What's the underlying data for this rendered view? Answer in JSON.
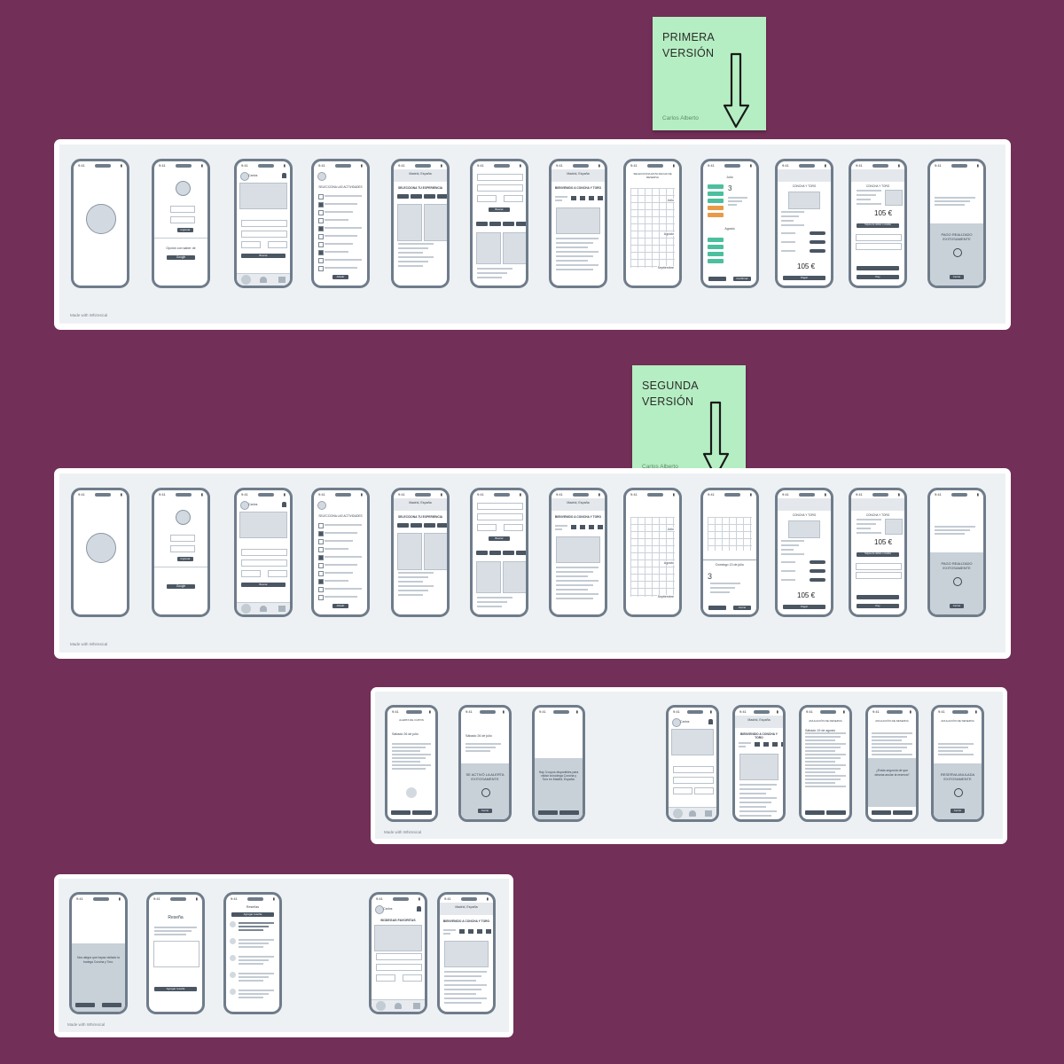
{
  "sticky_notes": [
    {
      "title_line1": "PRIMERA",
      "title_line2": "VERSIÓN",
      "author": "Carlos Alberto"
    },
    {
      "title_line1": "SEGUNDA",
      "title_line2": "VERSIÓN",
      "author": "Carlos Alberto"
    }
  ],
  "boards": {
    "made_with": "Made with Whimsical",
    "version1": {
      "screens": [
        {
          "id": "splash"
        },
        {
          "id": "login",
          "texts": [
            "Ingresar",
            "Opción con saber de",
            "Google"
          ]
        },
        {
          "id": "home",
          "texts": [
            "Carlos",
            "Buscar"
          ]
        },
        {
          "id": "activities",
          "texts": [
            "SELECCIONA LAS ACTIVIDADES",
            "Añadir"
          ]
        },
        {
          "id": "experience",
          "texts": [
            "Madrid, España",
            "SELECCIONA TU EXPERIENCIA"
          ]
        },
        {
          "id": "filters",
          "texts": [
            "Buscar"
          ]
        },
        {
          "id": "welcome",
          "texts": [
            "Madrid, España",
            "BIENVENIDO A CONCHA Y TORO"
          ]
        },
        {
          "id": "calendar",
          "texts": [
            "SELECCIONA ESTA FECHA DE RESERVA",
            "Julio",
            "Agosto",
            "Septiembre"
          ]
        },
        {
          "id": "slots",
          "texts": [
            "Julio",
            "Agosto",
            "Confirmar"
          ]
        },
        {
          "id": "summary",
          "texts": [
            "CONCHA Y TORO",
            "105 €",
            "Pagar"
          ]
        },
        {
          "id": "payment",
          "texts": [
            "CONCHA Y TORO",
            "105 €",
            "Tarjeta de débito o crédito",
            "Paypal",
            "Pay"
          ]
        },
        {
          "id": "success",
          "texts": [
            "PAGO REALIZADO EXITOSAMENTE",
            "Cerrar"
          ]
        }
      ]
    },
    "version2": {
      "screens": [
        {
          "id": "splash"
        },
        {
          "id": "login",
          "texts": [
            "Ingresar",
            "Google"
          ]
        },
        {
          "id": "home",
          "texts": [
            "Carlos",
            "Buscar"
          ]
        },
        {
          "id": "activities",
          "texts": [
            "SELECCIONA LAS ACTIVIDADES",
            "Añadir"
          ]
        },
        {
          "id": "experience",
          "texts": [
            "Madrid, España",
            "SELECCIONA TU EXPERIENCIA"
          ]
        },
        {
          "id": "filters",
          "texts": [
            "Buscar"
          ]
        },
        {
          "id": "welcome",
          "texts": [
            "Madrid, España",
            "BIENVENIDO A CONCHA Y TORO"
          ]
        },
        {
          "id": "calendar",
          "texts": [
            "Julio",
            "Agosto",
            "Septiembre"
          ]
        },
        {
          "id": "slot-popup",
          "texts": [
            "Domingo 13 de julio",
            "3",
            "Cerrar"
          ]
        },
        {
          "id": "summary",
          "texts": [
            "CONCHA Y TORO",
            "105 €",
            "Pagar"
          ]
        },
        {
          "id": "payment",
          "texts": [
            "CONCHA Y TORO",
            "105 €",
            "Tarjeta de débito o crédito",
            "Pay"
          ]
        },
        {
          "id": "success",
          "texts": [
            "PAGO REALIZADO EXITOSAMENTE",
            "Cerrar"
          ]
        }
      ]
    },
    "alerts": {
      "screens": [
        {
          "id": "alert-form",
          "texts": [
            "ALERTA DE CUPOS",
            "Sábado 26 de julio"
          ]
        },
        {
          "id": "alert-ok",
          "texts": [
            "Sábado 26 de julio",
            "SE ACTIVÓ LA ALERTA EXITOSAMENTE",
            "Cerrar"
          ]
        },
        {
          "id": "alert-notice",
          "texts": [
            "Hay 3 cupos disponibles para visitar la bodega Concha y Toro en Madrid, España."
          ]
        },
        {
          "id": "bookings",
          "texts": [
            "Carlos"
          ]
        },
        {
          "id": "booking-detail",
          "texts": [
            "Madrid, España",
            "BIENVENIDO A CONCHA Y TORO"
          ]
        },
        {
          "id": "cancel-1",
          "texts": [
            "ANULACIÓN DE RESERVA",
            "Sábado 19 de agosto"
          ]
        },
        {
          "id": "cancel-2",
          "texts": [
            "ANULACIÓN DE RESERVA",
            "¿Estás seguro/a de que deseas anular la reserva?"
          ]
        },
        {
          "id": "cancel-ok",
          "texts": [
            "ANULACIÓN DE RESERVA",
            "RESERVA ANULADA EXITOSAMENTE",
            "Cerrar"
          ]
        }
      ]
    },
    "reviews": {
      "screens": [
        {
          "id": "review-prompt",
          "texts": [
            "Nos alegra que hayas visitado la bodega Concha y Toro."
          ]
        },
        {
          "id": "review-form",
          "texts": [
            "Reseña",
            "Agregar reseña"
          ]
        },
        {
          "id": "review-list",
          "texts": [
            "Reseñas",
            "Agregar reseña"
          ]
        },
        {
          "id": "favorites",
          "texts": [
            "Carlos",
            "BODEGAS FAVORITAS"
          ]
        },
        {
          "id": "fav-detail",
          "texts": [
            "Madrid, España",
            "BIENVENIDO A CONCHA Y TORO"
          ]
        }
      ]
    }
  },
  "colors": {
    "background": "#722f37",
    "sticky": "#b5eec2",
    "board": "#ffffff",
    "wireframe": "#6f7c8a"
  }
}
